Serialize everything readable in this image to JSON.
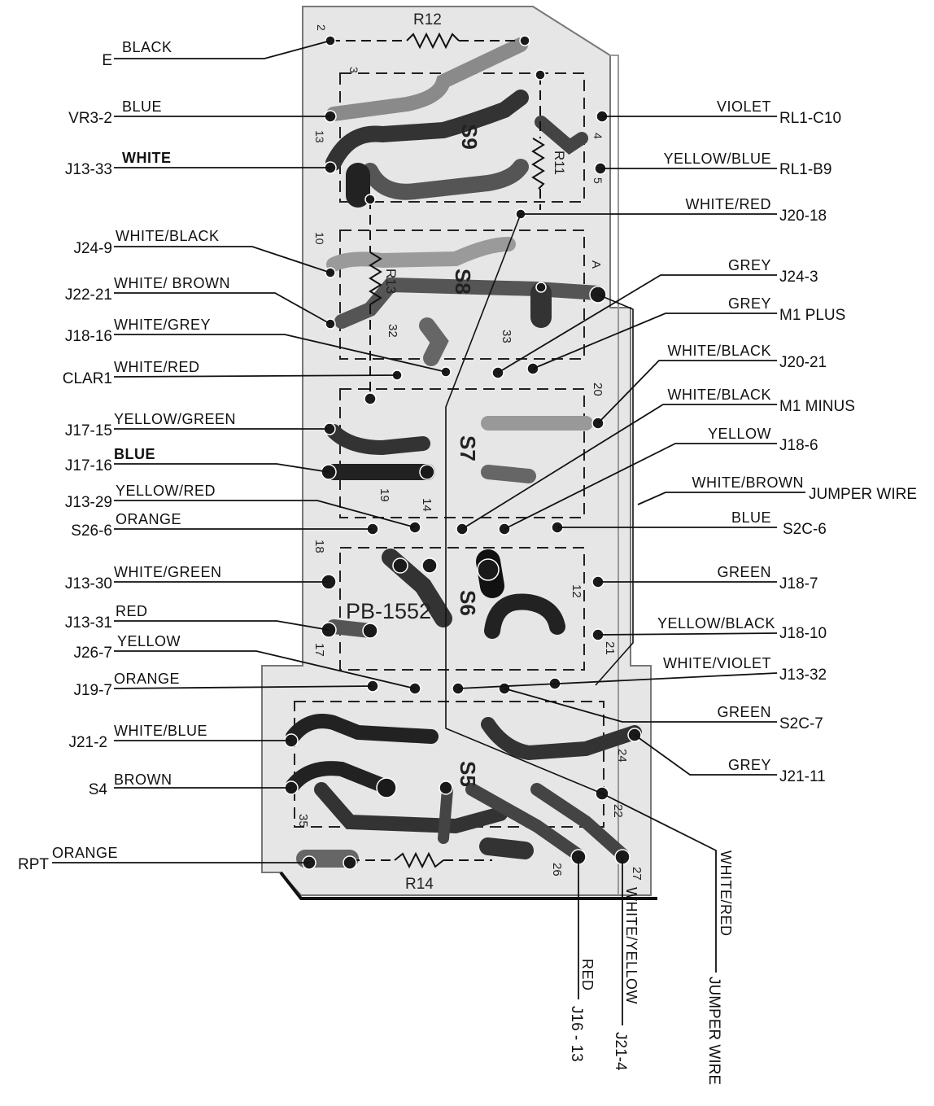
{
  "board": {
    "part_number": "PB-1552",
    "resistors": [
      "R12",
      "R11",
      "R13",
      "R14"
    ],
    "switches": [
      "S9",
      "S8",
      "S7",
      "S6",
      "S5"
    ],
    "pad_numbers": [
      "2",
      "3",
      "4",
      "5",
      "13",
      "10",
      "32",
      "33",
      "19",
      "14",
      "18",
      "12",
      "17",
      "21",
      "20",
      "24",
      "22",
      "35",
      "26",
      "27",
      "A"
    ]
  },
  "left_connections": [
    {
      "terminal": "E",
      "wire": "BLACK"
    },
    {
      "terminal": "VR3-2",
      "wire": "BLUE"
    },
    {
      "terminal": "J13-33",
      "wire": "WHITE"
    },
    {
      "terminal": "J24-9",
      "wire": "WHITE/BLACK"
    },
    {
      "terminal": "J22-21",
      "wire": "WHITE/ BROWN"
    },
    {
      "terminal": "J18-16",
      "wire": "WHITE/GREY"
    },
    {
      "terminal": "CLAR1",
      "wire": "WHITE/RED"
    },
    {
      "terminal": "J17-15",
      "wire": "YELLOW/GREEN"
    },
    {
      "terminal": "J17-16",
      "wire": "BLUE"
    },
    {
      "terminal": "J13-29",
      "wire": "YELLOW/RED"
    },
    {
      "terminal": "S26-6",
      "wire": "ORANGE"
    },
    {
      "terminal": "J13-30",
      "wire": "WHITE/GREEN"
    },
    {
      "terminal": "J13-31",
      "wire": "RED"
    },
    {
      "terminal": "J26-7",
      "wire": "YELLOW"
    },
    {
      "terminal": "J19-7",
      "wire": "ORANGE"
    },
    {
      "terminal": "J21-2",
      "wire": "WHITE/BLUE"
    },
    {
      "terminal": "S4",
      "wire": "BROWN"
    },
    {
      "terminal": "RPT",
      "wire": "ORANGE"
    }
  ],
  "right_connections": [
    {
      "terminal": "RL1-C10",
      "wire": "VIOLET"
    },
    {
      "terminal": "RL1-B9",
      "wire": "YELLOW/BLUE"
    },
    {
      "terminal": "J20-18",
      "wire": "WHITE/RED"
    },
    {
      "terminal": "J24-3",
      "wire": "GREY"
    },
    {
      "terminal": "M1 PLUS",
      "wire": "GREY"
    },
    {
      "terminal": "J20-21",
      "wire": "WHITE/BLACK"
    },
    {
      "terminal": "M1 MINUS",
      "wire": "WHITE/BLACK"
    },
    {
      "terminal": "J18-6",
      "wire": "YELLOW"
    },
    {
      "terminal": "JUMPER WIRE",
      "wire": "WHITE/BROWN"
    },
    {
      "terminal": "S2C-6",
      "wire": "BLUE"
    },
    {
      "terminal": "J18-7",
      "wire": "GREEN"
    },
    {
      "terminal": "J18-10",
      "wire": "YELLOW/BLACK"
    },
    {
      "terminal": "J13-32",
      "wire": "WHITE/VIOLET"
    },
    {
      "terminal": "S2C-7",
      "wire": "GREEN"
    },
    {
      "terminal": "J21-11",
      "wire": "GREY"
    }
  ],
  "bottom_connections": [
    {
      "terminal": "J16 - 13",
      "wire": "RED"
    },
    {
      "terminal": "J21-4",
      "wire": "WHITE/YELLOW"
    },
    {
      "terminal": "JUMPER WIRE",
      "wire": "WHITE/RED"
    }
  ]
}
